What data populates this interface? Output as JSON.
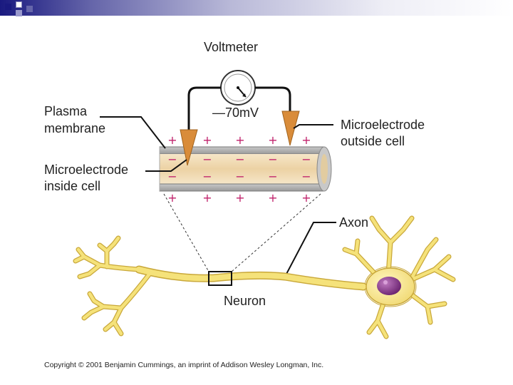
{
  "labels": {
    "voltmeter": "Voltmeter",
    "reading": "—70mV",
    "plasma_membrane": "Plasma membrane",
    "plasma_line1": "Plasma",
    "plasma_line2": "membrane",
    "electrode_outside_line1": "Microelectrode",
    "electrode_outside_line2": "outside cell",
    "electrode_inside_line1": "Microelectrode",
    "electrode_inside_line2": "inside cell",
    "axon": "Axon",
    "neuron": "Neuron"
  },
  "charges": {
    "positive": "+",
    "negative": "−"
  },
  "copyright": "Copyright © 2001 Benjamin Cummings, an imprint of Addison Wesley Longman, Inc.",
  "colors": {
    "header_dark": "#1a1a80",
    "neuron_fill": "#f5e27a",
    "neuron_stroke": "#c9a83a",
    "cell_body": "#fbf0a0",
    "nucleus": "#8b3a8b",
    "electrode": "#d98c3a",
    "axoplasm": "#f0d9b0",
    "charge": "#c0206a"
  }
}
